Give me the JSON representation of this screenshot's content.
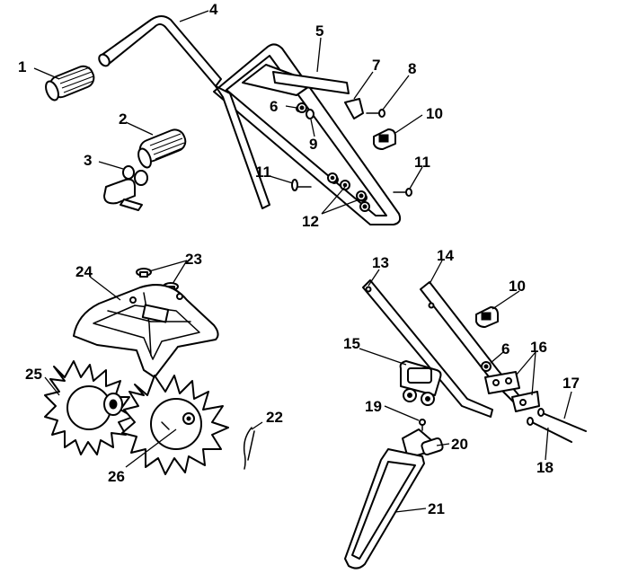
{
  "callouts": {
    "c1": "1",
    "c2": "2",
    "c3": "3",
    "c4": "4",
    "c5": "5",
    "c6a": "6",
    "c6b": "6",
    "c7": "7",
    "c8": "8",
    "c9": "9",
    "c10a": "10",
    "c10b": "10",
    "c11a": "11",
    "c11b": "11",
    "c12": "12",
    "c13": "13",
    "c14": "14",
    "c15": "15",
    "c16": "16",
    "c17": "17",
    "c18": "18",
    "c19": "19",
    "c20": "20",
    "c21": "21",
    "c22": "22",
    "c23": "23",
    "c24": "24",
    "c25": "25",
    "c26": "26"
  },
  "colors": {
    "line": "#000000",
    "background": "#ffffff"
  }
}
